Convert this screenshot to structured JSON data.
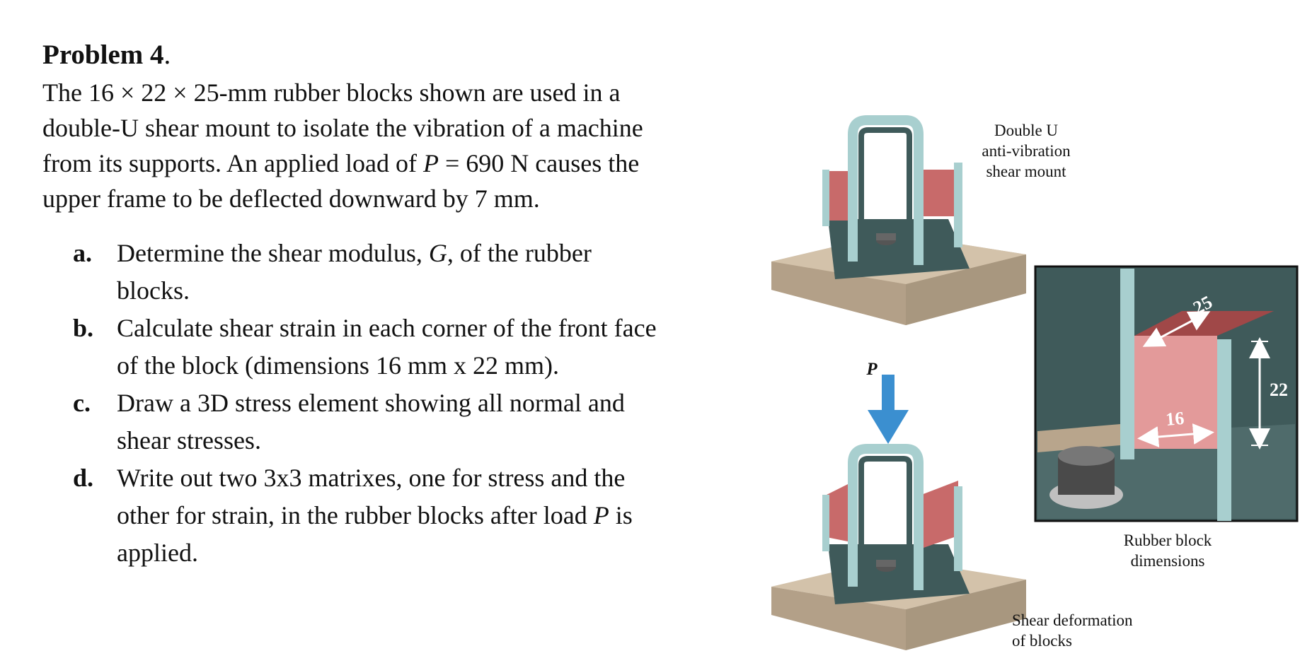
{
  "problem": {
    "title": "Problem 4",
    "title_dot": ".",
    "intro": {
      "l1": "The 16 × 22 × 25-mm rubber blocks shown are used in a",
      "l2": "double-U shear mount to isolate the vibration of a machine",
      "l3a": "from its supports. An applied load of ",
      "l3var": "P",
      "l3b": " = 690 N causes the",
      "l4": "upper frame to be deflected downward by 7 mm."
    },
    "items": [
      {
        "letter": "a.",
        "t1": "Determine the shear modulus, ",
        "t1var": "G",
        "t1b": ", of the rubber",
        "t2": "blocks."
      },
      {
        "letter": "b.",
        "t1": "Calculate shear strain in each corner of the front face",
        "t2": "of the block (dimensions 16 mm x 22 mm)."
      },
      {
        "letter": "c.",
        "t1": "Draw a 3D stress element showing all normal and",
        "t2": "shear stresses."
      },
      {
        "letter": "d.",
        "t1": "Write out two 3x3 matrixes, one for stress and the",
        "t2a": "other for strain, in the rubber blocks after load ",
        "t2var": "P",
        "t2b": " is",
        "t3": "applied."
      }
    ]
  },
  "figure": {
    "caption_mount": [
      "Double U",
      "anti-vibration",
      "shear mount"
    ],
    "load_label": "P",
    "caption_dimensions": [
      "Rubber block",
      "dimensions"
    ],
    "caption_deformation": [
      "Shear deformation",
      "of blocks"
    ],
    "dim_25": "25",
    "dim_22": "22",
    "dim_16": "16",
    "colors": {
      "rubber": "#c86a6a",
      "frame": "#a8cfcf",
      "frame_dark": "#3f5a5a",
      "base": "#c6b49c",
      "arrow": "#3b8fd0"
    }
  }
}
